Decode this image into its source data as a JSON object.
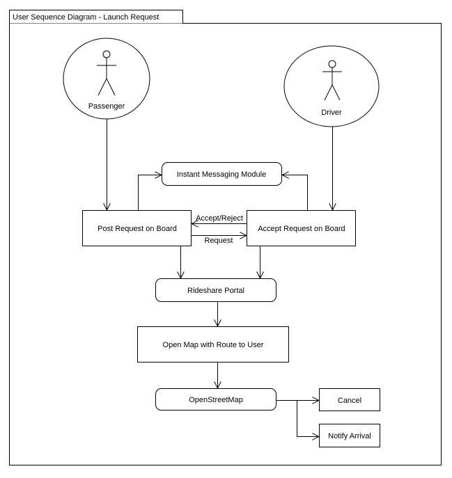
{
  "frame": {
    "title": "User Sequence Diagram - Launch Request"
  },
  "actors": {
    "passenger": "Passenger",
    "driver": "Driver"
  },
  "nodes": {
    "messaging": "Instant Messaging Module",
    "post_request": "Post Request on Board",
    "accept_request": "Accept Request on Board",
    "rideshare_portal": "Rideshare Portal",
    "open_map": "Open Map with Route to User",
    "openstreetmap": "OpenStreetMap",
    "cancel": "Cancel",
    "notify_arrival": "Notify Arrival"
  },
  "edges": {
    "accept_reject": "Accept/Reject",
    "request": "Request"
  },
  "colors": {
    "line": "#000000",
    "fill": "#ffffff"
  }
}
